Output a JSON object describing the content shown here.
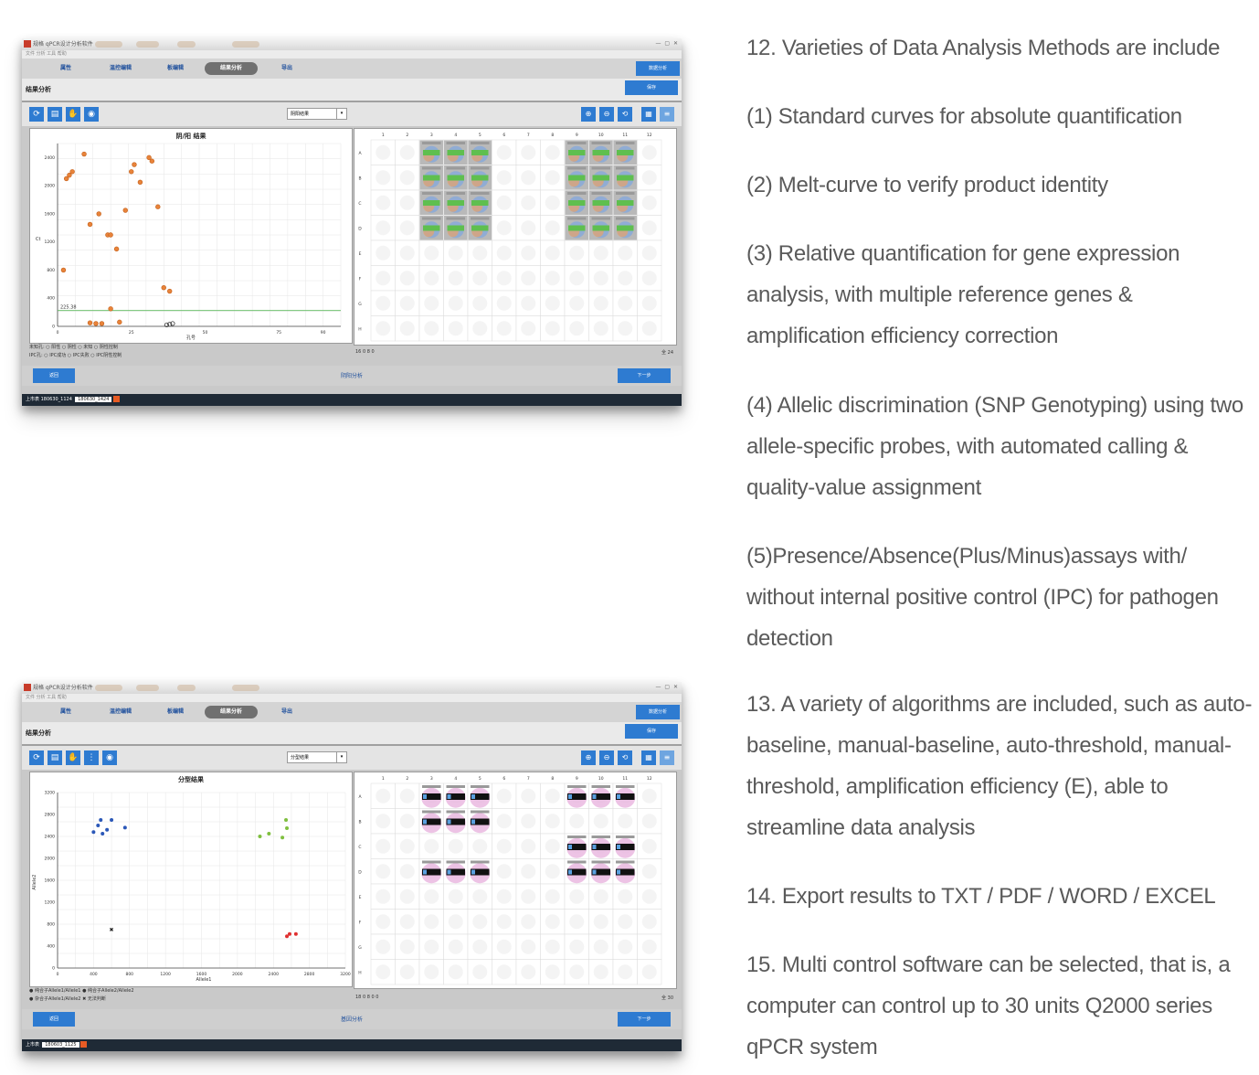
{
  "shot1": {
    "title": "规格 qPCR设计分析软件",
    "menu": "文件 分析 工具 帮助",
    "tabs": [
      "属性",
      "温控编辑",
      "板编辑",
      "结果分析",
      "导出"
    ],
    "active_tab": 3,
    "tab_right": "数据分析",
    "section_label": "结果分析",
    "section_button": "保存",
    "dropdown": "阴阳结果",
    "chart_title": "阴/阳 结果",
    "threshold_label": "225.38",
    "x_axis_label": "孔号",
    "y_axis_label": "Ct",
    "legend_line1": "未知孔: ○ 阳性  ○ 阴性  ○ 未知     ○ 阴性控制",
    "legend_line2": "IPC孔: ○ IPC成功 ○ IPC失败          ○ IPC阴性控制",
    "plate_footer_left": "16  0  8  0",
    "plate_footer_right": "全 24",
    "nav_back": "返回",
    "nav_mid": "阴阳分析",
    "nav_next": "下一步",
    "taskbar": "上市表  180630_1124",
    "taskbar_doc": "180630_1424"
  },
  "shot2": {
    "title": "规格 qPCR设计分析软件",
    "menu": "文件 分析 工具 帮助",
    "tabs": [
      "属性",
      "温控编辑",
      "板编辑",
      "结果分析",
      "导出"
    ],
    "active_tab": 3,
    "tab_right": "数据分析",
    "section_label": "结果分析",
    "section_button": "保存",
    "dropdown": "分型结果",
    "chart_title": "分型结果",
    "x_axis_label": "Allele1",
    "y_axis_label": "Allele2",
    "legend_line1": "● 纯合子Allele1/Allele1   ● 纯合子Allele2/Allele2",
    "legend_line2": "● 杂合子Allele1/Allele2   ✖ 无法判断",
    "plate_footer_left": "18  0  8  0  0",
    "plate_footer_right": "全 30",
    "nav_back": "返回",
    "nav_mid": "基因分析",
    "nav_next": "下一步",
    "taskbar": "上市表",
    "taskbar_doc": "180603_1125"
  },
  "chart_data": [
    {
      "type": "scatter",
      "title": "阴/阳 结果",
      "xlabel": "孔号",
      "ylabel": "Ct",
      "xlim": [
        0,
        96
      ],
      "ylim": [
        0,
        2600
      ],
      "x_ticks": [
        0,
        25,
        50,
        75,
        90
      ],
      "y_ticks": [
        0,
        400,
        800,
        1200,
        1600,
        2000,
        2400
      ],
      "threshold": 225.38,
      "series": [
        {
          "color": "#e8833a",
          "x": [
            3,
            4,
            5,
            9,
            11,
            14,
            17,
            18,
            20,
            23,
            25,
            26,
            28,
            31,
            32,
            34,
            36,
            38,
            11,
            18,
            13,
            15,
            21,
            2
          ],
          "y": [
            2100,
            2150,
            2200,
            2450,
            1450,
            1600,
            1300,
            1300,
            1100,
            1650,
            2200,
            2300,
            2050,
            2400,
            2350,
            1700,
            550,
            500,
            50,
            250,
            40,
            40,
            60,
            800
          ]
        },
        {
          "color": "#333333",
          "x": [
            37,
            38,
            39
          ],
          "y": [
            20,
            30,
            40
          ]
        }
      ]
    },
    {
      "type": "scatter",
      "title": "分型结果",
      "xlabel": "Allele1",
      "ylabel": "Allele2",
      "xlim": [
        0,
        3200
      ],
      "ylim": [
        0,
        3200
      ],
      "x_ticks": [
        0,
        400,
        800,
        1200,
        1600,
        2000,
        2400,
        2800,
        3200
      ],
      "y_ticks": [
        0,
        400,
        800,
        1200,
        1600,
        2000,
        2400,
        2800,
        3200
      ],
      "series": [
        {
          "color": "#2b58b8",
          "x": [
            400,
            450,
            480,
            500,
            550,
            600,
            750
          ],
          "y": [
            2480,
            2600,
            2700,
            2450,
            2520,
            2700,
            2560
          ]
        },
        {
          "color": "#7fbf3f",
          "x": [
            2250,
            2350,
            2500,
            2540,
            2550
          ],
          "y": [
            2400,
            2450,
            2380,
            2700,
            2550
          ]
        },
        {
          "color": "#e03030",
          "x": [
            2550,
            2580,
            2650
          ],
          "y": [
            580,
            620,
            620
          ]
        },
        {
          "color": "#222222",
          "x": [
            600
          ],
          "y": [
            700
          ]
        }
      ]
    }
  ],
  "plate": {
    "columns": [
      "1",
      "2",
      "3",
      "4",
      "5",
      "6",
      "7",
      "8",
      "9",
      "10",
      "11",
      "12"
    ],
    "rows": [
      "A",
      "B",
      "C",
      "D",
      "E",
      "F",
      "G",
      "H"
    ]
  },
  "text": {
    "p1": "12. Varieties of Data Analysis Methods are include",
    "p2": "(1) Standard curves for absolute quantification",
    "p3": "(2) Melt-curve to verify product identity",
    "p4": "(3) Relative quantification for gene expression analysis, with multiple reference genes & amplification efficiency correction",
    "p5": "(4) Allelic discrimination (SNP Genotyping) using two allele-specific probes, with automated calling & quality-value assignment",
    "p6": "(5)Presence/Absence(Plus/Minus)assays with/ without internal positive control (IPC) for pathogen detection",
    "p7": "13. A variety of algorithms are included, such as auto-baseline, manual-baseline, auto-threshold, manual-threshold, amplification efficiency (E), able to streamline data analysis",
    "p8": "14. Export results to TXT / PDF / WORD / EXCEL",
    "p9": "15. Multi control software can be selected, that is, a computer can control up to 30 units Q2000 series qPCR system"
  },
  "colors": {
    "accent": "#2e7bd1",
    "text": "#5a5a5a",
    "orange": "#e8833a"
  }
}
